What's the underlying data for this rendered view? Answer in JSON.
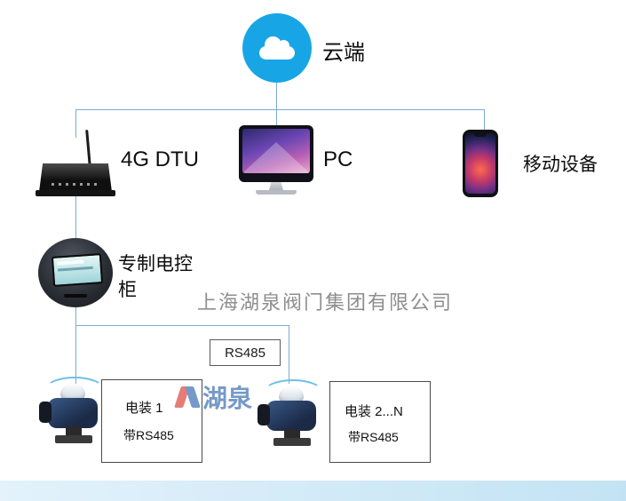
{
  "diagram": {
    "cloud": {
      "label": "云端"
    },
    "dtu": {
      "label": "4G DTU"
    },
    "pc": {
      "label": "PC"
    },
    "mobile": {
      "label": "移动设备"
    },
    "cabinet": {
      "label": "专制电控柜"
    },
    "bus": {
      "label": "RS485"
    },
    "device1": {
      "title": "电装 1",
      "subtitle": "带RS485"
    },
    "device2": {
      "title": "电装 2...N",
      "subtitle": "带RS485"
    }
  },
  "watermark": {
    "company": "上海湖泉阀门集团有限公司",
    "logo_text": "湖泉"
  },
  "colors": {
    "cloud_blue": "#18a5e6",
    "connector": "#7fa8d4",
    "footer_left": "#e3f2fb",
    "footer_right": "#c3e3f4"
  }
}
